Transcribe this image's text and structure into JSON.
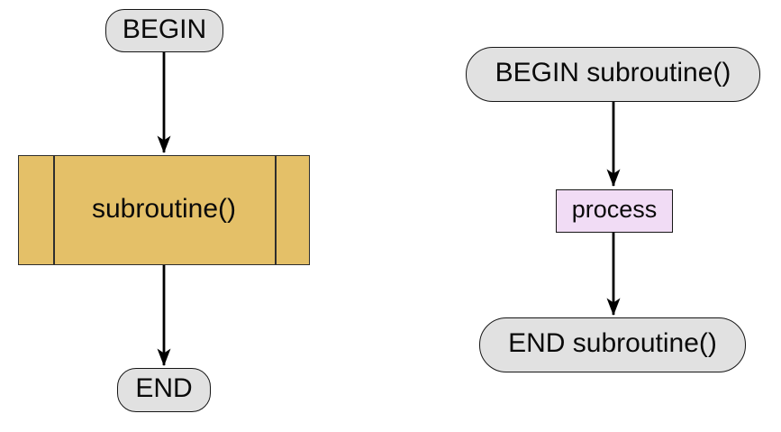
{
  "background": "#ffffff",
  "colors": {
    "terminal_fill": "#e1e1e1",
    "predefined_process_fill": "#e4c068",
    "process_fill": "#f1dcf5",
    "stroke": "#161616",
    "arrow": "#000000",
    "text": "#0a0a0a"
  },
  "left_flowchart": {
    "nodes": [
      {
        "label": "BEGIN",
        "shape": "terminal"
      },
      {
        "label": "subroutine()",
        "shape": "predefined-process"
      },
      {
        "label": "END",
        "shape": "terminal"
      }
    ],
    "connections": [
      {
        "from": "BEGIN",
        "to": "subroutine()"
      },
      {
        "from": "subroutine()",
        "to": "END"
      }
    ]
  },
  "right_flowchart": {
    "nodes": [
      {
        "label": "BEGIN subroutine()",
        "shape": "terminal"
      },
      {
        "label": "process",
        "shape": "process"
      },
      {
        "label": "END subroutine()",
        "shape": "terminal"
      }
    ],
    "connections": [
      {
        "from": "BEGIN subroutine()",
        "to": "process"
      },
      {
        "from": "process",
        "to": "END subroutine()"
      }
    ]
  }
}
